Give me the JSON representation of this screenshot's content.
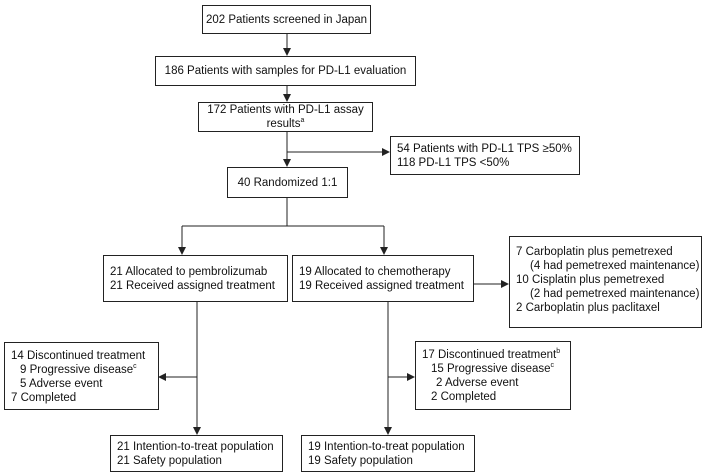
{
  "boxes": {
    "screened": {
      "text": "202 Patients screened in Japan"
    },
    "samples": {
      "text": "186 Patients with samples for PD-L1 evaluation"
    },
    "assay": {
      "line1": "172 Patients with PD-L1 assay",
      "line2": "results",
      "sup": "a"
    },
    "tps": {
      "line1": "54 Patients with PD-L1 TPS ≥50%",
      "line2": "118 PD-L1 TPS <50%"
    },
    "randomized": {
      "text": "40 Randomized 1:1"
    },
    "pembro": {
      "line1": "21 Allocated to pembrolizumab",
      "line2": "21 Received assigned treatment"
    },
    "chemo": {
      "line1": "19 Allocated to chemotherapy",
      "line2": "19 Received assigned treatment"
    },
    "regimens": {
      "line1": "7 Carboplatin plus pemetrexed",
      "line2": "(4 had pemetrexed maintenance)",
      "line3": "10 Cisplatin plus pemetrexed",
      "line4": "(2 had pemetrexed maintenance)",
      "line5": "2 Carboplatin plus paclitaxel"
    },
    "pembro_disc": {
      "line1": "14 Discontinued treatment",
      "line2": "9 Progressive disease",
      "line2_sup": "c",
      "line3": "5 Adverse event",
      "line4": "7 Completed"
    },
    "chemo_disc": {
      "line1": "17 Discontinued treatment",
      "line1_sup": "b",
      "line2": "15 Progressive disease",
      "line2_sup": "c",
      "line3": "2 Adverse event",
      "line4": "2 Completed"
    },
    "pembro_itt": {
      "line1": "21 Intention-to-treat population",
      "line2": "21 Safety population"
    },
    "chemo_itt": {
      "line1": "19 Intention-to-treat population",
      "line2": "19 Safety population"
    }
  },
  "colors": {
    "stroke": "#222222",
    "text": "#111111",
    "background": "#ffffff"
  }
}
